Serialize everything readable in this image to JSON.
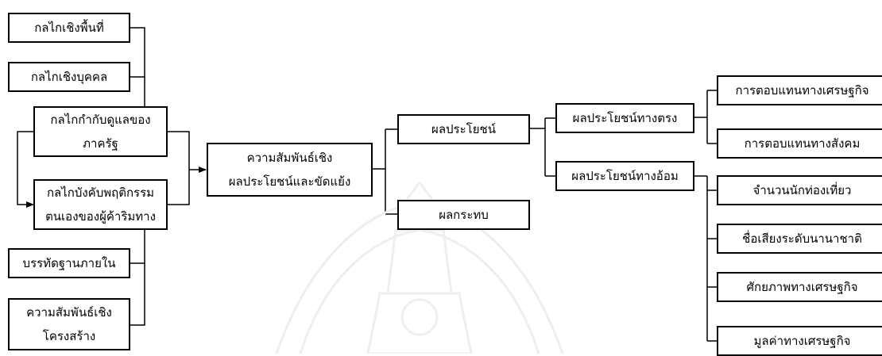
{
  "nodes": {
    "spatial_mechanism": "กลไกเชิงพื้นที่",
    "personal_mechanism": "กลไกเชิงบุคคล",
    "state_oversight": [
      "กลไกกำกับดูแลของ",
      "ภาครัฐ"
    ],
    "self_regulation": [
      "กลไกบังคับพฤติกรรม",
      "ตนเองของผู้ค้าริมทาง"
    ],
    "internal_norms": "บรรทัดฐานภายใน",
    "structural_relations": [
      "ความสัมพันธ์เชิง",
      "โครงสร้าง"
    ],
    "central": [
      "ความสัมพันธ์เชิง",
      "ผลประโยชน์และขัดแย้ง"
    ],
    "benefits": "ผลประโยชน์",
    "impacts": "ผลกระทบ",
    "direct_benefits": "ผลประโยชน์ทางตรง",
    "indirect_benefits": "ผลประโยชน์ทางอ้อม",
    "economic_return": "การตอบแทนทางเศรษฐกิจ",
    "social_return": "การตอบแทนทางสังคม",
    "tourist_count": "จำนวนนักท่องเที่ยว",
    "international_reputation": "ชื่อเสียงระดับนานาชาติ",
    "economic_potential": "ศักยภาพทางเศรษฐกิจ",
    "economic_value": "มูลค่าทางเศรษฐกิจ"
  },
  "colors": {
    "line": "#000000",
    "watermark": "#eeeeee"
  }
}
